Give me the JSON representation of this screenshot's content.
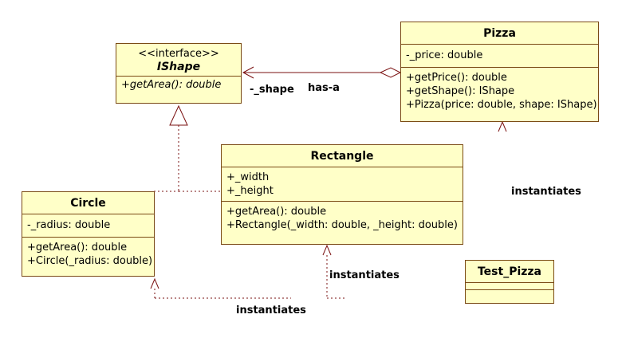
{
  "classes": {
    "ishape": {
      "stereotype": "<<interface>>",
      "name": "IShape",
      "operations": [
        "+getArea(): double"
      ]
    },
    "pizza": {
      "name": "Pizza",
      "attributes": [
        "-_price: double"
      ],
      "operations": [
        "+getPrice(): double",
        "+getShape(): IShape",
        "+Pizza(price: double, shape: IShape)"
      ]
    },
    "rectangle": {
      "name": "Rectangle",
      "attributes": [
        "+_width",
        "+_height"
      ],
      "operations": [
        "+getArea(): double",
        "+Rectangle(_width: double, _height: double)"
      ]
    },
    "circle": {
      "name": "Circle",
      "attributes": [
        "-_radius: double"
      ],
      "operations": [
        "+getArea(): double",
        "+Circle(_radius: double)"
      ]
    },
    "test_pizza": {
      "name": "Test_Pizza"
    }
  },
  "labels": {
    "shape_role": "-_shape",
    "has_a": "has-a",
    "instantiates_pizza": "instantiates",
    "instantiates_rectangle": "instantiates",
    "instantiates_circle": "instantiates"
  },
  "colors": {
    "class_fill": "#ffffc8",
    "class_border": "#7a4a14",
    "line": "#7a1010"
  }
}
